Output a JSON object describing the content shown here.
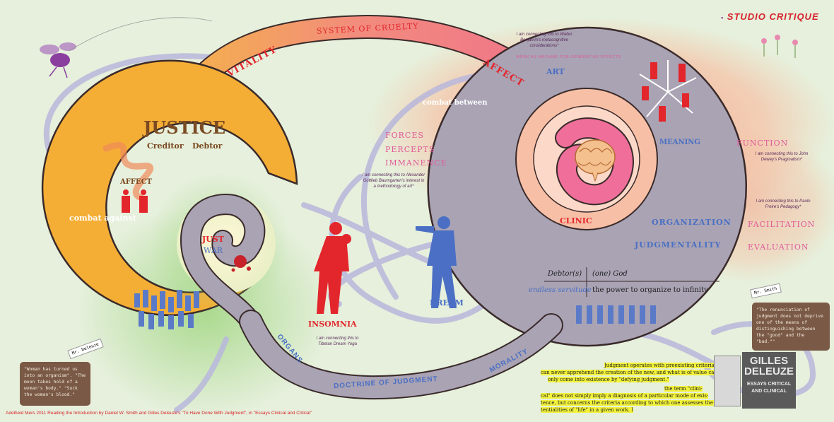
{
  "header": {
    "title": "STUDIO CRITIQUE",
    "title_color": "#d7232d"
  },
  "spiral_band": {
    "vitality": "VITALITY",
    "system": "SYSTEM OF CRUELTY",
    "affect": "AFFECT"
  },
  "left_circle": {
    "title": "JUSTICE",
    "creditor": "Creditor",
    "debtor": "Debtor",
    "affect": "AFFECT",
    "combat_against": "combat against",
    "just": "JUST",
    "war": "WAR"
  },
  "middle": {
    "combat_between": "combat between",
    "forces": "FORCES",
    "percepts": "PERCEPTS",
    "immanence": "IMMANENCE",
    "note_baumgarten": "I am connecting this to Alexander Gottlieb Baumgarten's interest in a methodology of art*",
    "insomnia": "INSOMNIA",
    "dream": "DREAM",
    "note_tibetan": "I am connecting this to Tibetan Dream Yoga"
  },
  "right_circle": {
    "note_benjamin": "I am connecting this to Walter Benjamin's metacognitive considerations*",
    "work_as_machine": "WORK AS MACHINE FOR GENERATING EFFECTS",
    "art": "ART",
    "meaning": "MEANING",
    "clinic": "CLINIC",
    "organization": "ORGANIZATION",
    "judgmentality": "JUDGMENTALITY",
    "debtors": "Debtor(s)",
    "one_god": "(one) God",
    "endless_servitude": "endless servitude",
    "power": "the power to organize to infinity"
  },
  "far_right": {
    "function": "FUNCTION",
    "note_dewey": "I am connecting this to John Dewey's Pragmatism*",
    "note_freire": "I am connecting this to Paolo Freire's Pedagogy*",
    "facilitation": "FACILITATION",
    "evaluation": "EVALUATION"
  },
  "bottom_band": {
    "organs": "ORGANS",
    "doctrine": "DOCTRINE OF JUDGMENT",
    "morality": "MORALITY"
  },
  "suitcase_left": {
    "tag": "Mr. Deleuze",
    "quote": "\"Woman has turned us into an organism\". \"The moon takes hold of a woman's body.\" \"Suck the woman's blood.\""
  },
  "suitcase_right": {
    "tag": "Mr. Smith",
    "quote": "\"The renunciation of judgment does not deprive one of the means of distinguishing between the \"good\" and the \"bad.\"\""
  },
  "quote_block": {
    "line1": "Judgment operates with preexisting criteria that",
    "line2": "can never apprehend the creation of the new, and what is of value can",
    "line3": "only come into existence by \"defying judgment.\"",
    "line4": "the term \"clini-",
    "line5": "cal\" does not simply imply a diagnosis  of a particular mode of exis-",
    "line6": "tence, but concerns the criteria according to which one assesses the po-",
    "line7": "tentialities of \"life\" in a given work. I"
  },
  "book": {
    "line1": "GILLES",
    "line2": "DELEUZE",
    "line3": "ESSAYS CRITICAL",
    "line4": "AND CLINICAL"
  },
  "footer": {
    "credit": "Adelheid Mers 2011 Reading the Introduction by Daniel W. Smith and  Gilles Deleuze's  \"To Have Done With Judgment\", in \"Essays Clinical and Critical\""
  },
  "colors": {
    "orange": "#f5ae35",
    "gray": "#a9a3b4",
    "red": "#e3262c",
    "blue": "#4a6fc4",
    "pink": "#e05a9a",
    "band": "#f08a7c"
  }
}
